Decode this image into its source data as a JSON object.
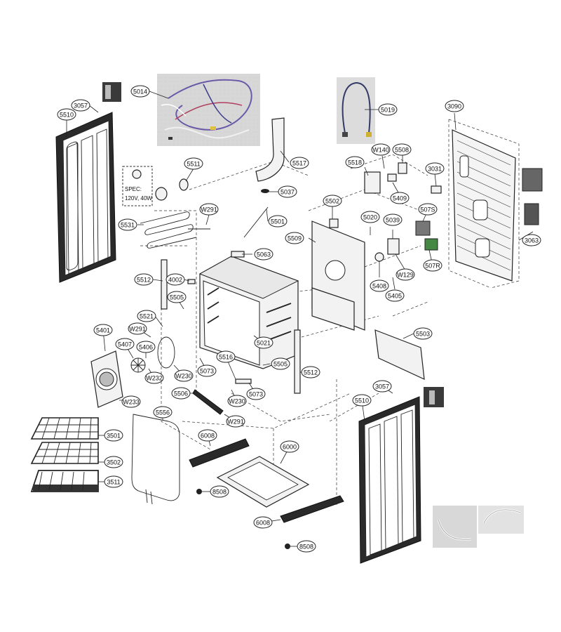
{
  "spec_note": {
    "line1": "SPEC:",
    "line2": "120V, 40W"
  },
  "callouts": [
    "5014",
    "5019",
    "3090",
    "3057",
    "5510",
    "5517",
    "5518",
    "W140",
    "5508",
    "3031",
    "5511",
    "5037",
    "5502",
    "5409",
    "507S",
    "5531",
    "W291",
    "5501",
    "5020",
    "5039",
    "5509",
    "3063",
    "5063",
    "507R",
    "W129",
    "5512",
    "4002",
    "5408",
    "5405",
    "5505",
    "5521",
    "W291",
    "5021",
    "5503",
    "5401",
    "5407",
    "5406",
    "5516",
    "5505",
    "5512",
    "W232",
    "W230",
    "5073",
    "5073",
    "3057",
    "W233",
    "5506",
    "W230",
    "5510",
    "5556",
    "W291",
    "3501",
    "6008",
    "6000",
    "3502",
    "3511",
    "8508",
    "6008",
    "8508"
  ]
}
